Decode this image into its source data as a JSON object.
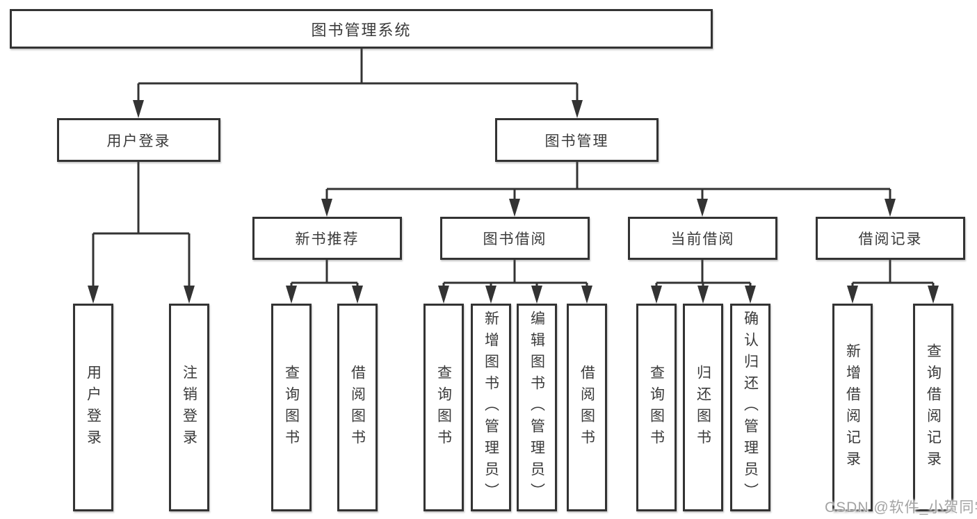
{
  "diagram": {
    "root": "图书管理系统",
    "branches": [
      {
        "label": "用户登录",
        "children": [
          "用户登录",
          "注销登录"
        ]
      },
      {
        "label": "图书管理",
        "sections": [
          {
            "label": "新书推荐",
            "children": [
              "查询图书",
              "借阅图书"
            ]
          },
          {
            "label": "图书借阅",
            "children": [
              "查询图书",
              "新增图书（管理员）",
              "编辑图书（管理员）",
              "借阅图书"
            ]
          },
          {
            "label": "当前借阅",
            "children": [
              "查询图书",
              "归还图书",
              "确认归还（管理员）"
            ]
          },
          {
            "label": "借阅记录",
            "children": [
              "新增借阅记录",
              "查询借阅记录"
            ]
          }
        ]
      }
    ]
  },
  "watermark": "CSDN @软件_小贺同学",
  "colors": {
    "line": "#333333",
    "box_border": "#333333",
    "text": "#3a3a3a",
    "watermark": "#a3a3a3",
    "background": "#ffffff"
  }
}
